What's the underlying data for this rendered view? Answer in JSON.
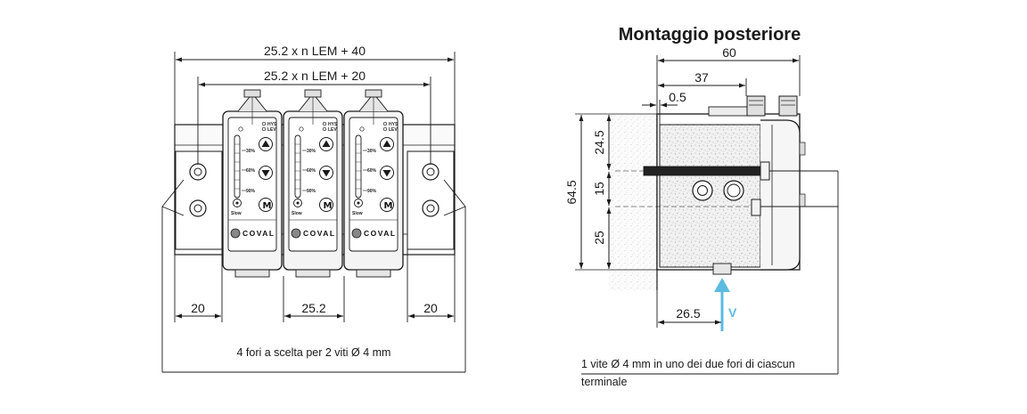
{
  "left_view": {
    "dim_overall": "25.2 x n LEM + 40",
    "dim_inner": "25.2 x n LEM + 20",
    "dim_left_margin": "20",
    "dim_module_width": "25.2",
    "dim_right_margin": "20",
    "note_holes": "4 fori a scelta per 2 viti Ø 4 mm",
    "module": {
      "led_hys": "HYS",
      "led_lev": "LEV",
      "scale_30": "30%",
      "scale_60": "60%",
      "scale_90": "90%",
      "slow_label": "Slow",
      "button_m": "M",
      "brand": "COVAL"
    }
  },
  "right_view": {
    "title": "Montaggio posteriore",
    "dim_60": "60",
    "dim_37": "37",
    "dim_0_5": "0.5",
    "dim_64_5": "64.5",
    "dim_24_5": "24.5",
    "dim_15": "15",
    "dim_25": "25",
    "dim_26_5": "26.5",
    "vacuum_label": "V",
    "note_screw_line1": "1 vite Ø 4 mm in uno dei due fori di ciascun",
    "note_screw_line2": "terminale"
  },
  "colors": {
    "line": "#1a1a1a",
    "vacuum_arrow": "#5bbbe0",
    "module_fill": "#f4f4f4",
    "wall_hatch": "#bdbdbd"
  }
}
